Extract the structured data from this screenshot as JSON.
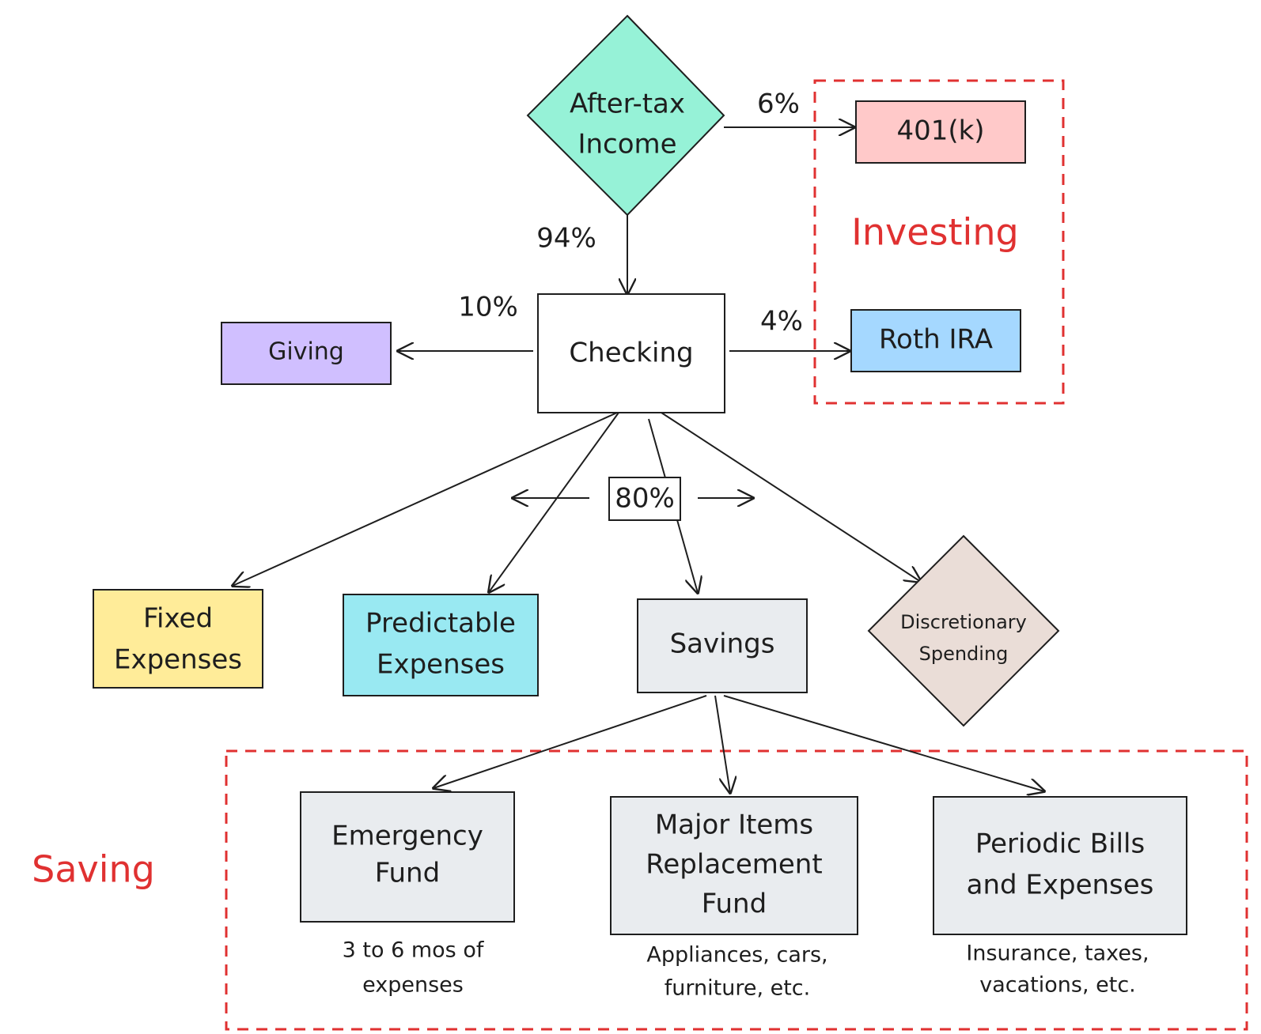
{
  "nodes": {
    "after_tax_income": {
      "line1": "After-tax",
      "line2": "Income",
      "fill": "#96f2d7"
    },
    "checking": {
      "label": "Checking",
      "fill": "#ffffff"
    },
    "k401": {
      "label": "401(k)",
      "fill": "#ffc9c9"
    },
    "roth_ira": {
      "label": "Roth IRA",
      "fill": "#a5d8ff"
    },
    "giving": {
      "label": "Giving",
      "fill": "#d0bfff"
    },
    "fixed_expenses": {
      "line1": "Fixed",
      "line2": "Expenses",
      "fill": "#ffec99"
    },
    "predictable_expenses": {
      "line1": "Predictable",
      "line2": "Expenses",
      "fill": "#99e9f2"
    },
    "savings": {
      "label": "Savings",
      "fill": "#e9ecef"
    },
    "discretionary": {
      "line1": "Discretionary",
      "line2": "Spending",
      "fill": "#eaddd7"
    },
    "emergency_fund": {
      "line1": "Emergency",
      "line2": "Fund",
      "fill": "#e9ecef"
    },
    "major_items": {
      "line1": "Major Items",
      "line2": "Replacement",
      "line3": "Fund",
      "fill": "#e9ecef"
    },
    "periodic_bills": {
      "line1": "Periodic Bills",
      "line2": "and Expenses",
      "fill": "#e9ecef"
    }
  },
  "edge_labels": {
    "to_401k": "6%",
    "to_checking": "94%",
    "to_giving": "10%",
    "to_roth": "4%",
    "spending": "80%"
  },
  "notes": {
    "emergency": {
      "line1": "3 to 6 mos of",
      "line2": "expenses"
    },
    "major": {
      "line1": "Appliances, cars,",
      "line2": "furniture, etc."
    },
    "periodic": {
      "line1": "Insurance, taxes,",
      "line2": "vacations, etc."
    }
  },
  "groups": {
    "investing": "Investing",
    "saving": "Saving"
  },
  "colors": {
    "stroke": "#1e1e1e",
    "group": "#e03131"
  }
}
